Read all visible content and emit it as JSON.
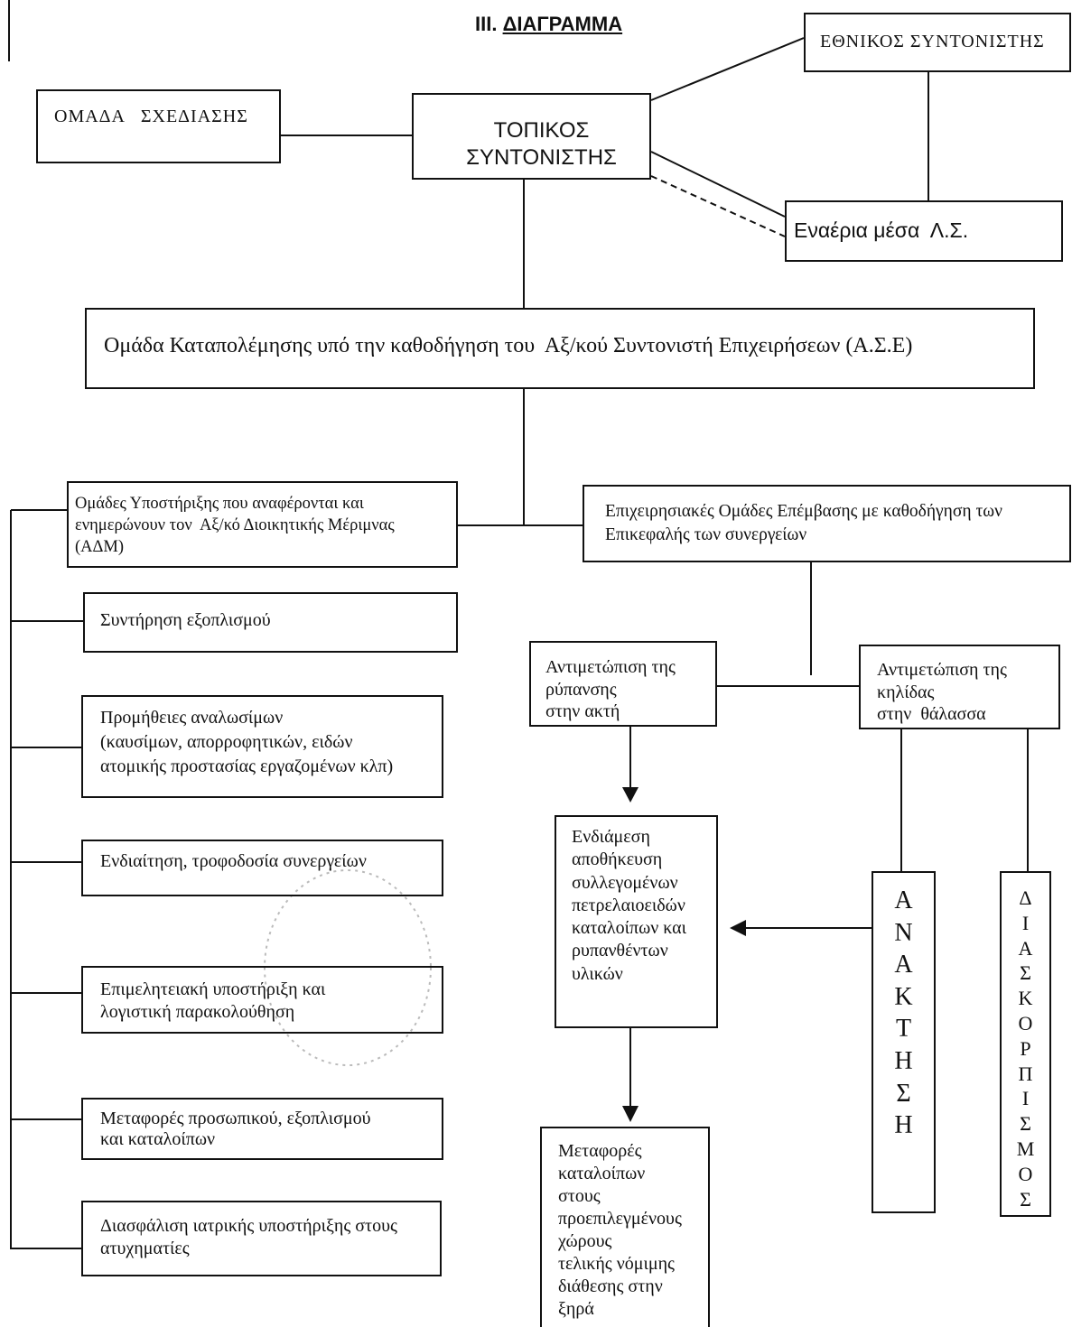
{
  "title": {
    "number": "III.",
    "text": "ΔΙΑΓΡΑΜΜΑ"
  },
  "nodes": {
    "national_coordinator": {
      "lines": [
        "ΕΘΝΙΚΟΣ ΣΥΝΤΟΝΙΣΤΗΣ"
      ]
    },
    "planning_team": {
      "lines": [
        "ΟΜΑΔΑ   ΣΧΕΔΙΑΣΗΣ"
      ]
    },
    "local_coordinator": {
      "lines": [
        "ΤΟΠΙΚΟΣ",
        "ΣΥΝΤΟΝΙΣΤΗΣ"
      ]
    },
    "aerial_means": {
      "lines": [
        "Εναέρια μέσα  Λ.Σ."
      ]
    },
    "response_team": {
      "lines": [
        "Ομάδα Καταπολέμησης υπό την καθοδήγηση του  Αξ/κού Συντονιστή Επιχειρήσεων (Α.Σ.Ε)"
      ]
    },
    "support_teams": {
      "lines": [
        "Ομάδες Υποστήριξης που αναφέρονται και",
        "ενημερώνουν τον  Αξ/κό Διοικητικής Μέριμνας",
        "(ΑΔΜ)"
      ]
    },
    "operational_teams": {
      "lines": [
        "Επιχειρησιακές Ομάδες Επέμβασης με καθοδήγηση των",
        "Επικεφαλής των συνεργείων"
      ]
    },
    "equipment_maintenance": {
      "lines": [
        "Συντήρηση εξοπλισμού"
      ]
    },
    "consumables_supply": {
      "lines": [
        "Προμήθειες αναλωσίμων",
        "(καυσίμων, απορροφητικών, ειδών",
        "ατομικής προστασίας εργαζομένων κλπ)"
      ]
    },
    "accommodation_catering": {
      "lines": [
        "Ενδιαίτηση, τροφοδοσία συνεργείων"
      ]
    },
    "logistics_accounting": {
      "lines": [
        "Επιμελητειακή υποστήριξη και",
        "λογιστική παρακολούθηση"
      ]
    },
    "transport_personnel": {
      "lines": [
        "Μεταφορές προσωπικού, εξοπλισμού",
        "και καταλοίπων"
      ]
    },
    "medical_support": {
      "lines": [
        "Διασφάλιση ιατρικής υποστήριξης στους",
        "ατυχηματίες"
      ]
    },
    "shore_response": {
      "lines": [
        "Αντιμετώπιση της",
        "ρύπανσης",
        "στην ακτή"
      ]
    },
    "sea_response": {
      "lines": [
        "Αντιμετώπιση της",
        "κηλίδας",
        "στην  θάλασσα"
      ]
    },
    "interim_storage": {
      "lines": [
        "Ενδιάμεση",
        "αποθήκευση",
        "συλλεγομένων",
        "πετρελαιοειδών",
        "καταλοίπων και",
        "ρυπανθέντων",
        "υλικών"
      ]
    },
    "recovery": {
      "text": "ΑΝΑΚΤΗΣΗ"
    },
    "dispersion": {
      "text": "ΔΙΑΣΚΟΡΠΙΣΜΟΣ"
    },
    "waste_transport_final": {
      "lines": [
        "Μεταφορές",
        "καταλοίπων",
        "στους",
        "προεπιλεγμένους",
        "χώρους",
        "τελικής νόμιμης",
        "διάθεσης στην",
        "ξηρά"
      ]
    }
  }
}
